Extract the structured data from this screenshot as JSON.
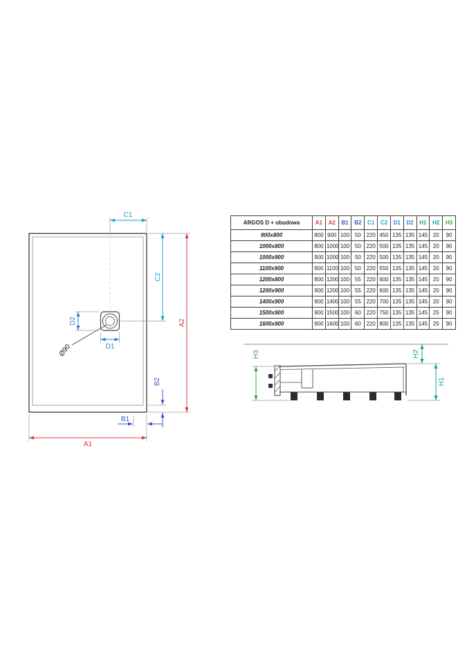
{
  "colors": {
    "a": "#d23b3b",
    "b": "#3a55c8",
    "c": "#16a3cc",
    "d": "#2f7fd2",
    "h12": "#0fa396",
    "h3": "#3aa23a",
    "line": "#474747"
  },
  "top_view": {
    "labels": {
      "a1": "A1",
      "a2": "A2",
      "b1": "B1",
      "b2": "B2",
      "c1": "C1",
      "c2": "C2",
      "d1": "D1",
      "d2": "D2",
      "drain_diameter": "Ø90"
    }
  },
  "side_view": {
    "labels": {
      "h1": "H1",
      "h2": "H2",
      "h3": "H3"
    }
  },
  "table": {
    "title": "ARGOS D + obudowa",
    "columns": [
      {
        "label": "A1",
        "color": "#d23b3b"
      },
      {
        "label": "A2",
        "color": "#d23b3b"
      },
      {
        "label": "B1",
        "color": "#3a55c8"
      },
      {
        "label": "B2",
        "color": "#3a55c8"
      },
      {
        "label": "C1",
        "color": "#16a3cc"
      },
      {
        "label": "C2",
        "color": "#16a3cc"
      },
      {
        "label": "D1",
        "color": "#2f7fd2"
      },
      {
        "label": "D2",
        "color": "#2f7fd2"
      },
      {
        "label": "H1",
        "color": "#0fa396"
      },
      {
        "label": "H2",
        "color": "#0fa396"
      },
      {
        "label": "H3",
        "color": "#3aa23a"
      }
    ],
    "rows": [
      {
        "size": "900x800",
        "values": [
          "800",
          "900",
          "100",
          "50",
          "220",
          "450",
          "135",
          "135",
          "145",
          "20",
          "90"
        ]
      },
      {
        "size": "1000x800",
        "values": [
          "800",
          "1000",
          "100",
          "50",
          "220",
          "500",
          "135",
          "135",
          "145",
          "20",
          "90"
        ]
      },
      {
        "size": "1000x900",
        "values": [
          "900",
          "1000",
          "100",
          "50",
          "220",
          "500",
          "135",
          "135",
          "145",
          "20",
          "90"
        ]
      },
      {
        "size": "1100x900",
        "values": [
          "900",
          "1100",
          "100",
          "50",
          "220",
          "550",
          "135",
          "135",
          "145",
          "20",
          "90"
        ]
      },
      {
        "size": "1200x800",
        "values": [
          "800",
          "1200",
          "100",
          "55",
          "220",
          "600",
          "135",
          "135",
          "145",
          "20",
          "90"
        ]
      },
      {
        "size": "1200x900",
        "values": [
          "900",
          "1200",
          "100",
          "55",
          "220",
          "600",
          "135",
          "135",
          "145",
          "20",
          "90"
        ]
      },
      {
        "size": "1400x900",
        "values": [
          "900",
          "1400",
          "100",
          "55",
          "220",
          "700",
          "135",
          "135",
          "145",
          "20",
          "90"
        ]
      },
      {
        "size": "1500x900",
        "values": [
          "900",
          "1500",
          "100",
          "60",
          "220",
          "750",
          "135",
          "135",
          "145",
          "25",
          "90"
        ]
      },
      {
        "size": "1600x900",
        "values": [
          "900",
          "1600",
          "100",
          "60",
          "220",
          "800",
          "135",
          "135",
          "145",
          "25",
          "90"
        ]
      }
    ]
  }
}
